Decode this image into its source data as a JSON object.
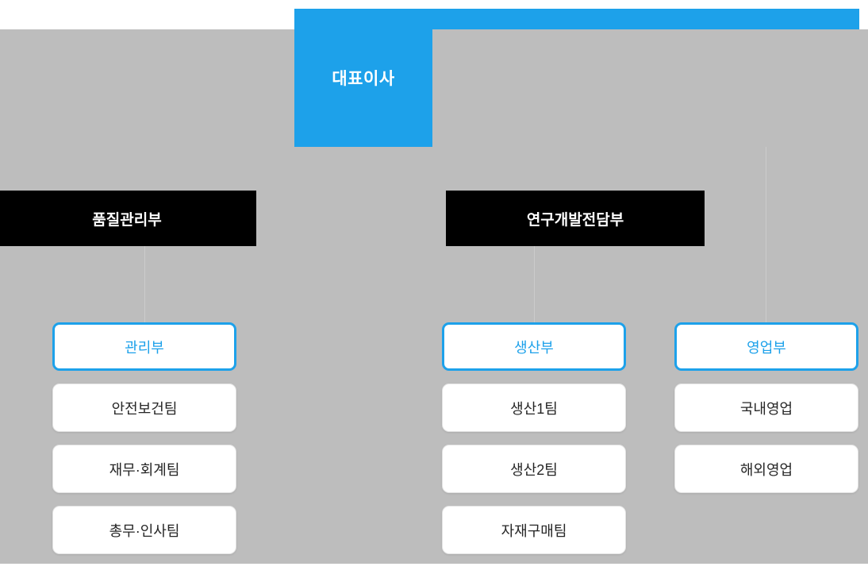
{
  "colors": {
    "accent": "#1da1ea",
    "canvas": "#bdbdbd",
    "dept_bar": "#000000",
    "card_bg": "#ffffff",
    "card_text": "#262626"
  },
  "chart_data": {
    "type": "diagram",
    "title": "",
    "root": {
      "label": "대표이사"
    },
    "departments": [
      {
        "label": "품질관리부",
        "style": "black-bar"
      },
      {
        "label": "연구개발전담부",
        "style": "black-bar"
      }
    ],
    "columns": [
      {
        "head": "관리부",
        "teams": [
          "안전보건팀",
          "재무·회계팀",
          "총무·인사팀"
        ]
      },
      {
        "head": "생산부",
        "teams": [
          "생산1팀",
          "생산2팀",
          "자재구매팀"
        ]
      },
      {
        "head": "영업부",
        "teams": [
          "국내영업",
          "해외영업"
        ]
      }
    ]
  },
  "nodes": {
    "ceo": "대표이사",
    "dept_quality": "품질관리부",
    "dept_rnd": "연구개발전담부",
    "col_left": {
      "head": "관리부",
      "t0": "안전보건팀",
      "t1": "재무·회계팀",
      "t2": "총무·인사팀"
    },
    "col_mid": {
      "head": "생산부",
      "t0": "생산1팀",
      "t1": "생산2팀",
      "t2": "자재구매팀"
    },
    "col_right": {
      "head": "영업부",
      "t0": "국내영업",
      "t1": "해외영업"
    }
  }
}
